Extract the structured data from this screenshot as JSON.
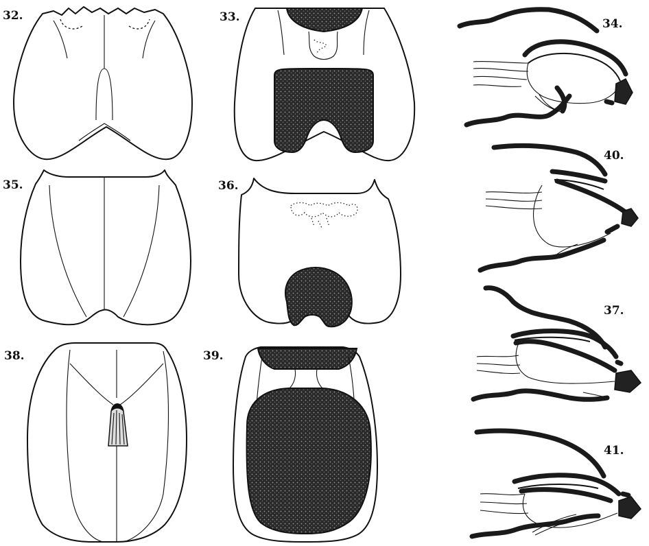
{
  "figures": [
    {
      "id": "fig-32",
      "label": "32."
    },
    {
      "id": "fig-33",
      "label": "33."
    },
    {
      "id": "fig-34",
      "label": "34."
    },
    {
      "id": "fig-35",
      "label": "35."
    },
    {
      "id": "fig-36",
      "label": "36."
    },
    {
      "id": "fig-40",
      "label": "40."
    },
    {
      "id": "fig-37",
      "label": "37."
    },
    {
      "id": "fig-38",
      "label": "38."
    },
    {
      "id": "fig-39",
      "label": "39."
    },
    {
      "id": "fig-41",
      "label": "41."
    }
  ]
}
